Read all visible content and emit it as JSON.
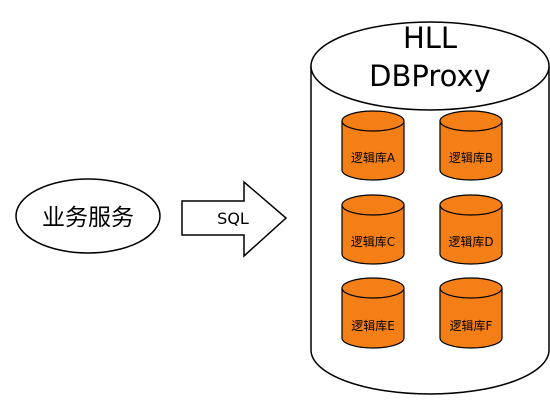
{
  "service": {
    "label": "业务服务"
  },
  "arrow": {
    "label": "SQL"
  },
  "proxy": {
    "title_line1": "HLL",
    "title_line2": "DBProxy"
  },
  "databases": [
    {
      "label": "逻辑库A"
    },
    {
      "label": "逻辑库B"
    },
    {
      "label": "逻辑库C"
    },
    {
      "label": "逻辑库D"
    },
    {
      "label": "逻辑库E"
    },
    {
      "label": "逻辑库F"
    }
  ],
  "colors": {
    "db_fill": "#f57f17",
    "db_stroke": "#000000",
    "line": "#000000",
    "background": "#ffffff"
  }
}
